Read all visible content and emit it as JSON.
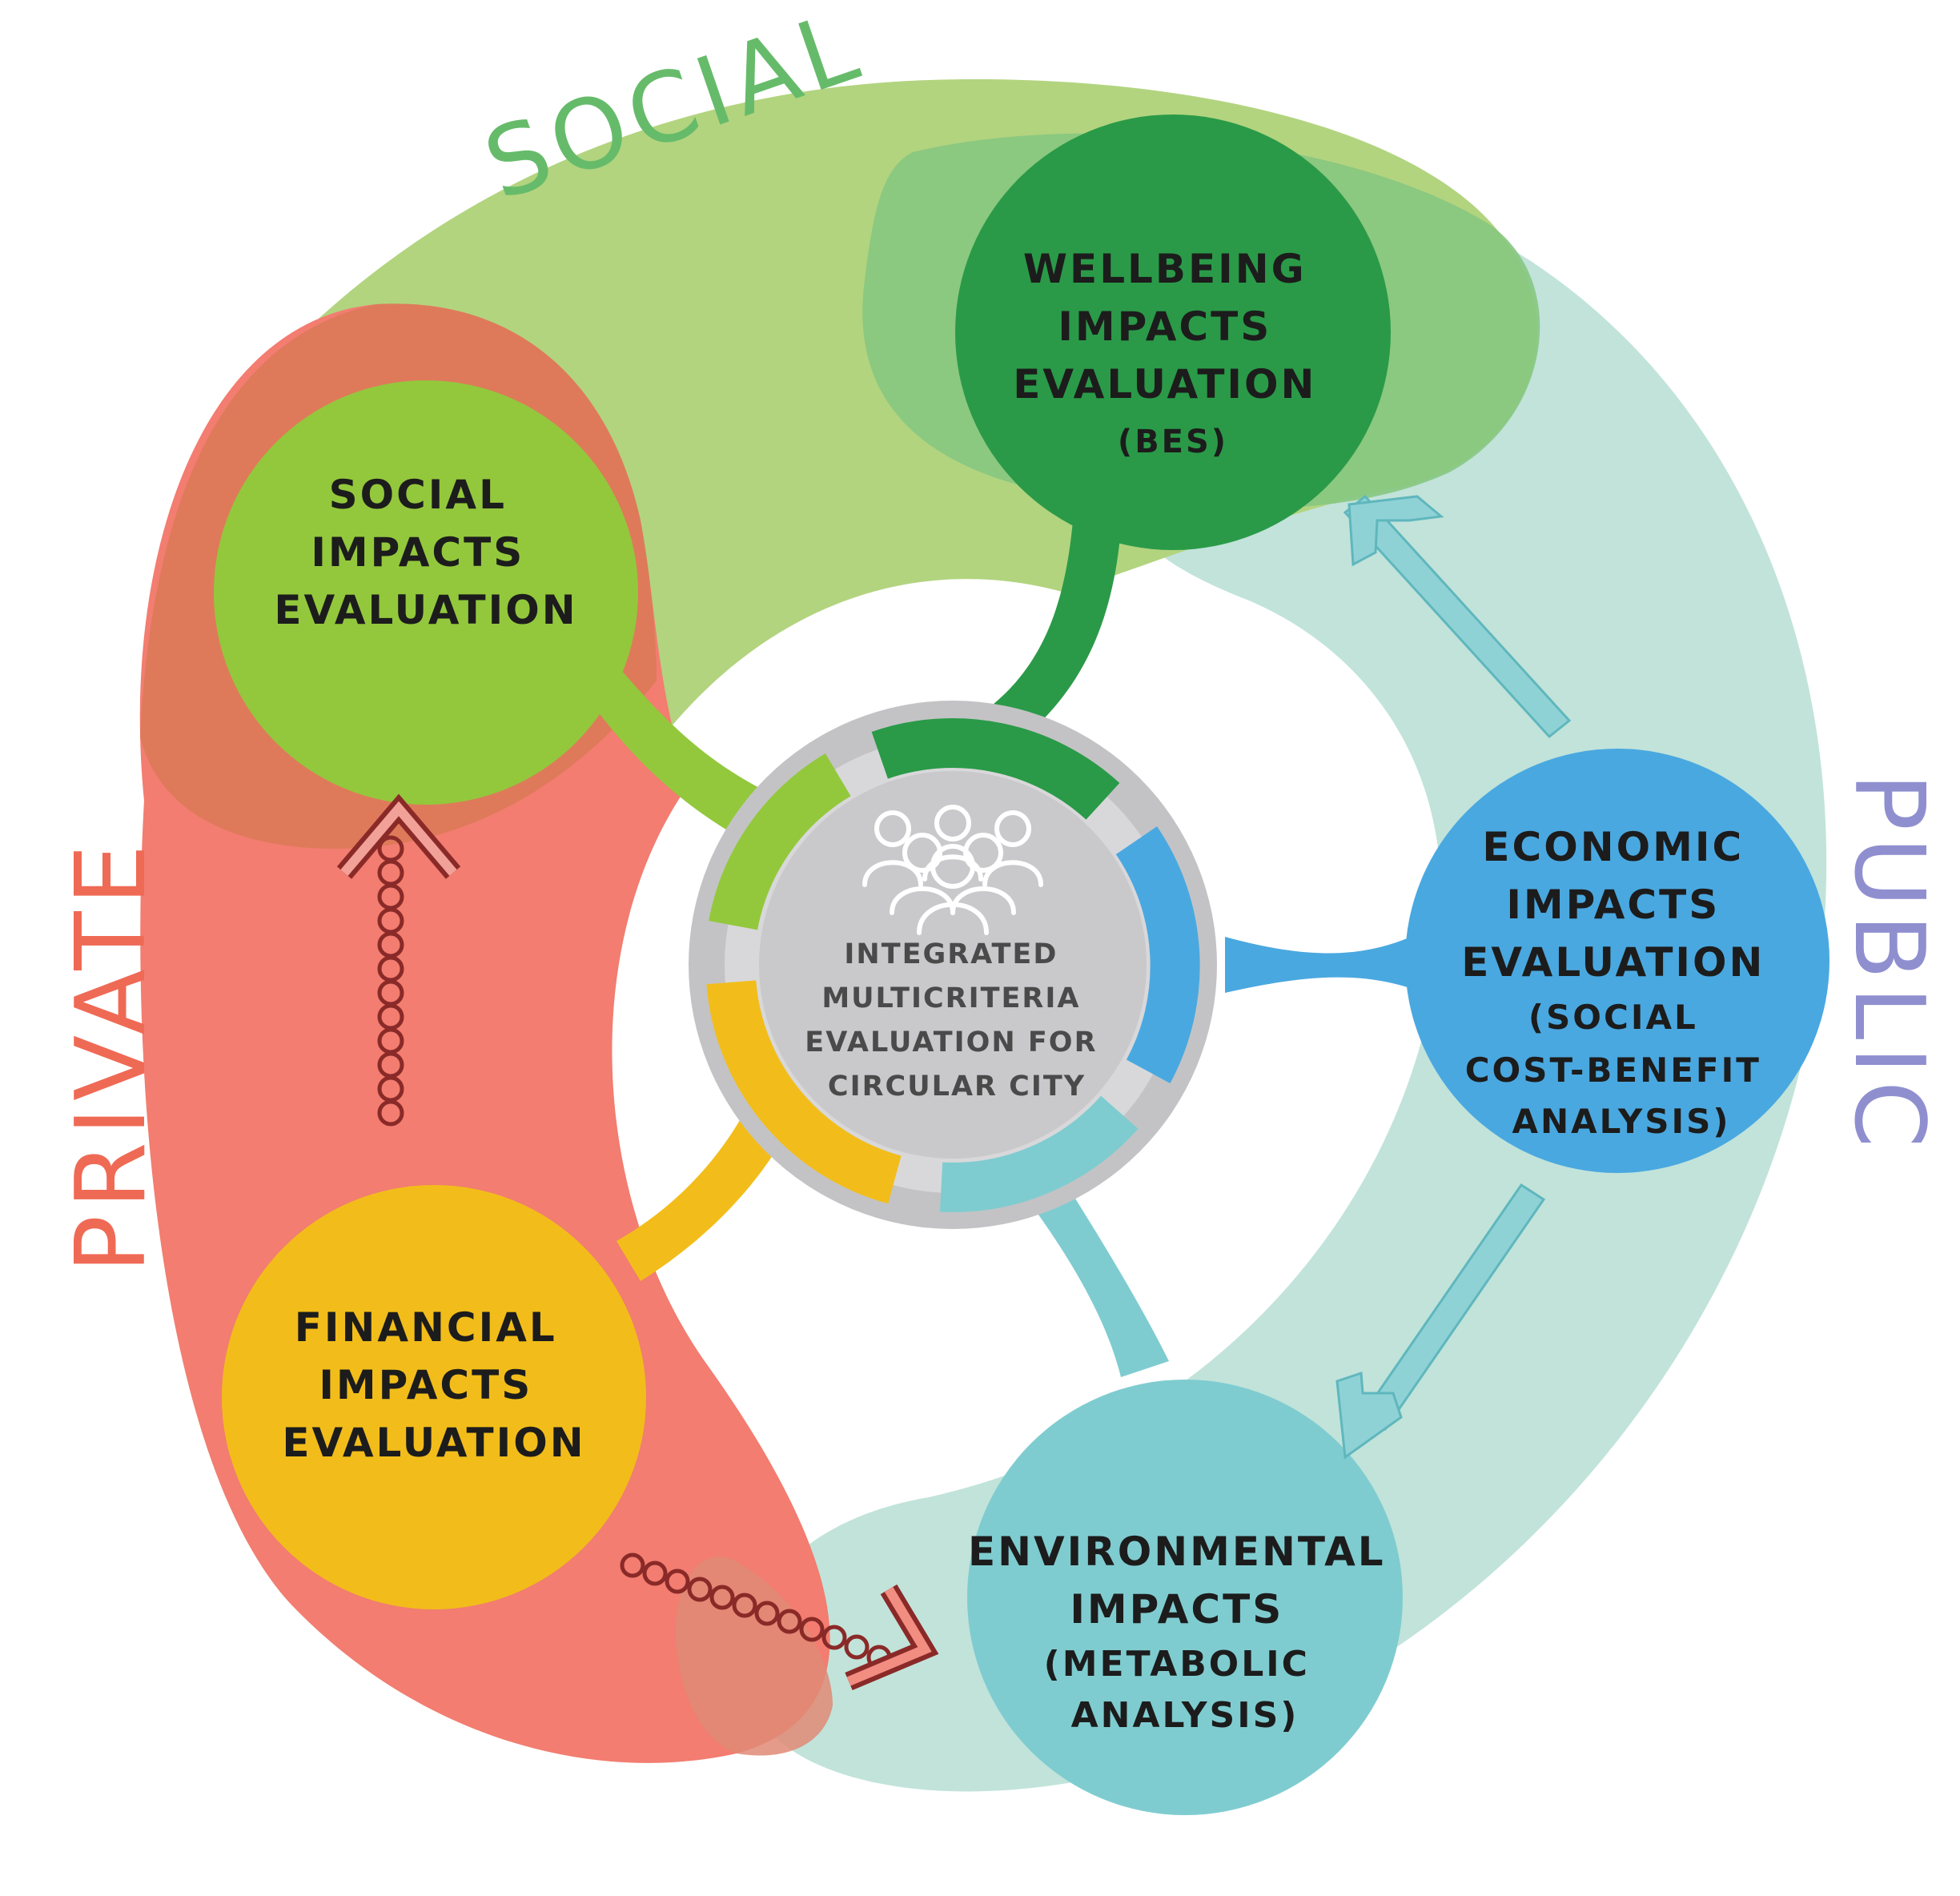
{
  "realms": {
    "social": {
      "label": "SOCIAL",
      "color": "#66bb6a"
    },
    "private": {
      "label": "PRIVATE",
      "color": "#ef6a55"
    },
    "public": {
      "label": "PUBLIC",
      "color": "#8f8fd0"
    }
  },
  "center": {
    "lines": [
      "INTEGRATED",
      "MULTICRITERIA",
      "EVALUATION FOR",
      "CIRCULAR CITY"
    ],
    "icon": "people-group-icon"
  },
  "nodes": {
    "social": {
      "lines": [
        "SOCIAL",
        "IMPACTS",
        "EVALUATION"
      ],
      "color": "#93c83c"
    },
    "wellbeing": {
      "lines": [
        "WELLBEING",
        "IMPACTS",
        "EVALUATION",
        "(BES)"
      ],
      "color": "#2a9a48"
    },
    "economic": {
      "lines": [
        "ECONOMIC",
        "IMPACTS",
        "EVALUATION",
        "(SOCIAL",
        "COST-BENEFIT",
        "ANALYSIS)"
      ],
      "color": "#4aa8e0"
    },
    "environmental": {
      "lines": [
        "ENVIRONMENTAL",
        "IMPACTS",
        "(METABOLIC",
        "ANALYSIS)"
      ],
      "color": "#7fccd0"
    },
    "financial": {
      "lines": [
        "FINANCIAL",
        "IMPACTS",
        "EVALUATION"
      ],
      "color": "#f2bd1a"
    }
  },
  "colors": {
    "social_band": "#b2d47f",
    "public_band": "#c1e3da",
    "private_band": "#f27d70",
    "public_arrow": "#8fd2d6",
    "private_arrow": "#c85a50",
    "hub_ring": "#c3c3c5"
  }
}
